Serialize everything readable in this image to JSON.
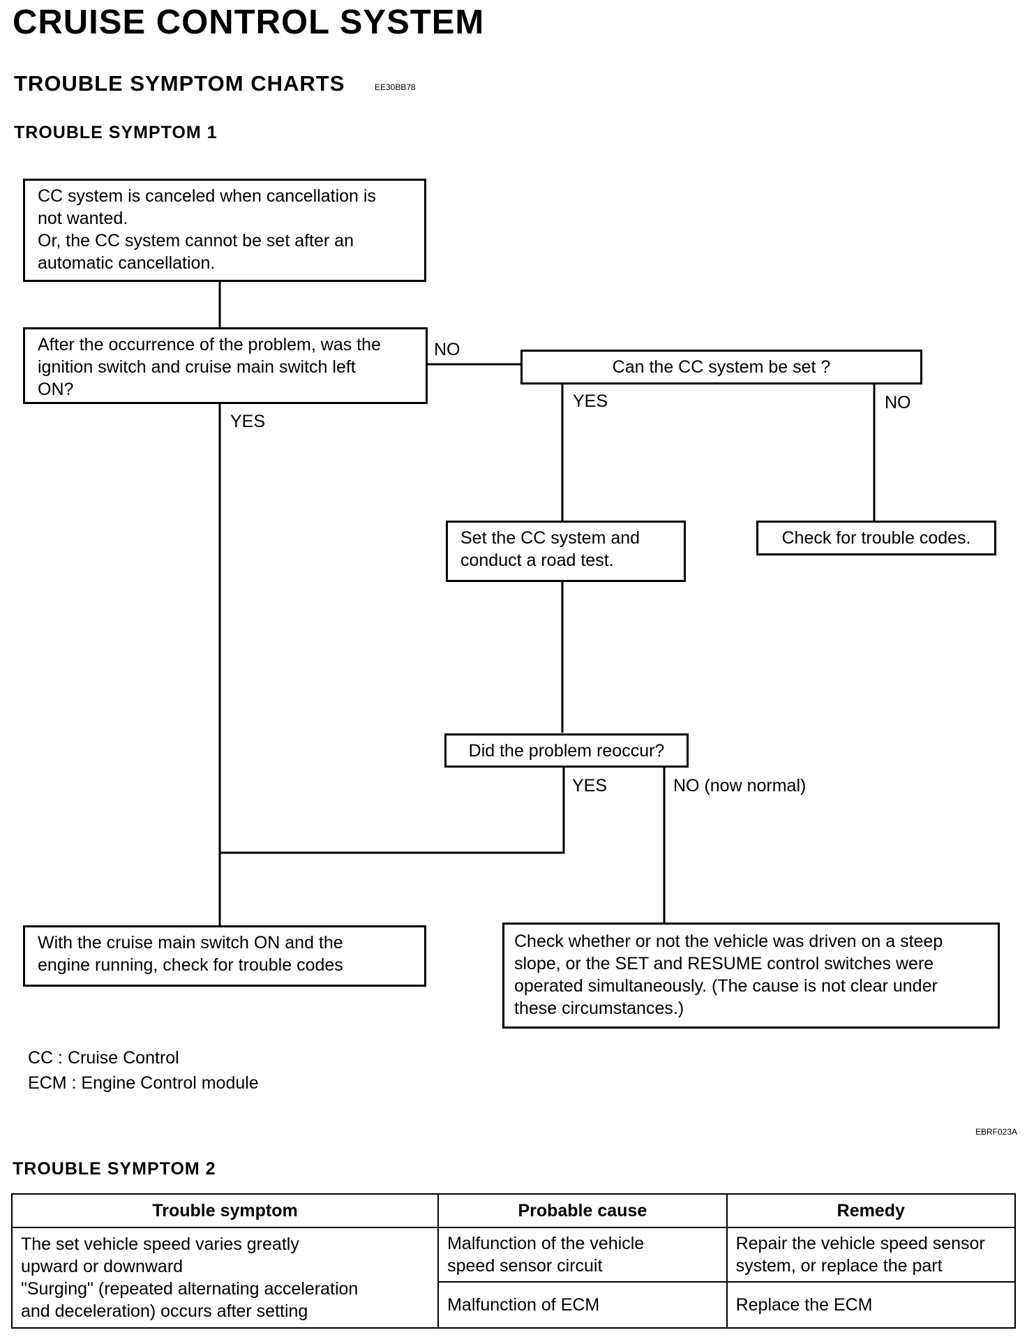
{
  "page": {
    "title": "CRUISE CONTROL SYSTEM",
    "section_title": "TROUBLE SYMPTOM CHARTS",
    "section_code": "EE30BB78"
  },
  "symptom1": {
    "heading": "TROUBLE SYMPTOM 1",
    "start_box": {
      "line1": "CC system is canceled when cancellation is",
      "line2": "not wanted.",
      "line3": "Or, the CC system cannot be set after an",
      "line4": "automatic cancellation."
    },
    "question1": {
      "line1": "After the occurrence of the problem, was the",
      "line2": "ignition switch and cruise main switch left",
      "line3": "ON?"
    },
    "q1_no": "NO",
    "q1_yes": "YES",
    "question2": "Can the CC system be set ?",
    "q2_yes": "YES",
    "q2_no": "NO",
    "road_test": {
      "line1": "Set the CC system and",
      "line2": "conduct a road test."
    },
    "check_codes": "Check for trouble codes.",
    "question3": "Did the problem reoccur?",
    "q3_yes": "YES",
    "q3_no": "NO (now normal)",
    "result_left": {
      "line1": "With the cruise main switch ON and the",
      "line2": "engine running, check for trouble codes"
    },
    "result_right": {
      "line1": "Check whether or not the vehicle was driven on a steep",
      "line2": "slope, or the SET and RESUME control switches were",
      "line3": "operated simultaneously. (The cause is not clear under",
      "line4": "these circumstances.)"
    },
    "abbrev_cc": "CC : Cruise Control",
    "abbrev_ecm": "ECM : Engine Control module",
    "figure_code": "EBRF023A"
  },
  "symptom2": {
    "heading": "TROUBLE SYMPTOM 2",
    "columns": [
      "Trouble symptom",
      "Probable cause",
      "Remedy"
    ],
    "symptom_lines": [
      "The set vehicle speed varies greatly",
      "upward or downward",
      "\"Surging\" (repeated alternating acceleration",
      "and deceleration) occurs after setting"
    ],
    "rows": [
      {
        "cause": [
          "Malfunction of the vehicle",
          "speed sensor circuit"
        ],
        "remedy": [
          "Repair the vehicle speed sensor",
          "system, or replace the part"
        ]
      },
      {
        "cause": [
          "Malfunction of ECM"
        ],
        "remedy": [
          "Replace the ECM"
        ]
      }
    ]
  }
}
